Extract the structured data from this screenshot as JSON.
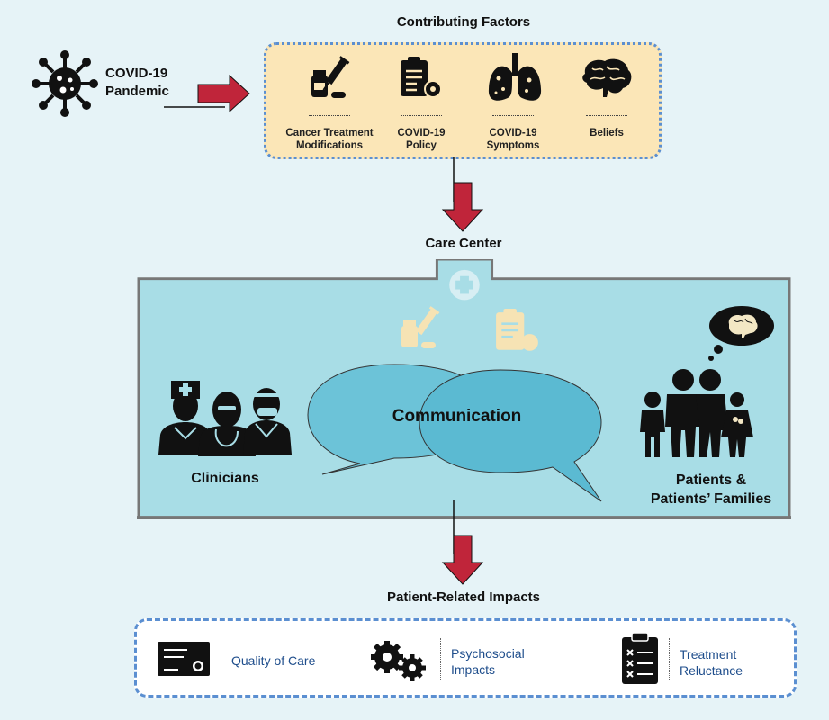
{
  "pandemic": {
    "line1": "COVID-19",
    "line2": "Pandemic"
  },
  "contributing_factors": {
    "title": "Contributing Factors",
    "items": [
      {
        "line1": "Cancer Treatment",
        "line2": "Modifications",
        "icon": "medication-syringe-icon"
      },
      {
        "line1": "COVID-19",
        "line2": "Policy",
        "icon": "policy-clipboard-gear-icon"
      },
      {
        "line1": "COVID-19",
        "line2": "Symptoms",
        "icon": "lungs-virus-icon"
      },
      {
        "line1": "Beliefs",
        "line2": "",
        "icon": "brain-icon"
      }
    ]
  },
  "care_center": {
    "title": "Care Center",
    "communication": "Communication",
    "clinicians": "Clinicians",
    "patients_line1": "Patients &",
    "patients_line2": "Patients’ Families"
  },
  "impacts": {
    "title": "Patient-Related Impacts",
    "items": [
      {
        "line1": "Quality of Care",
        "line2": "",
        "icon": "certificate-icon"
      },
      {
        "line1": "Psychosocial",
        "line2": "Impacts",
        "icon": "gears-icon"
      },
      {
        "line1": "Treatment",
        "line2": "Reluctance",
        "icon": "checklist-x-icon"
      }
    ]
  },
  "colors": {
    "background": "#e6f3f7",
    "factors_fill": "#fbe6b7",
    "dotted_border": "#5b8fd1",
    "care_center_fill": "#a8dde6",
    "arrow_red": "#c0253a",
    "bubble_blue": "#6cc3d8",
    "impact_text": "#1f4e8c"
  }
}
